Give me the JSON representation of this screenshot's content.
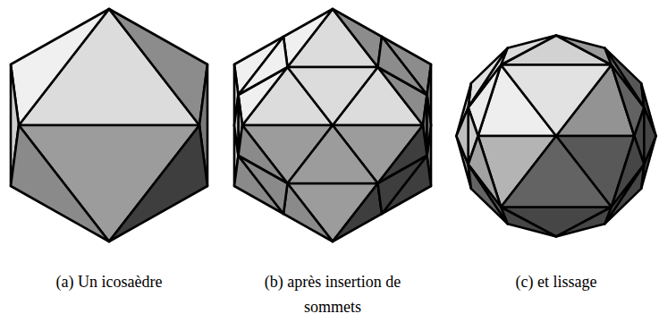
{
  "diagram": {
    "labels": [
      "(a) Un icosaèdre",
      "(b) après insertion de sommets",
      "(c) et lissage"
    ]
  }
}
